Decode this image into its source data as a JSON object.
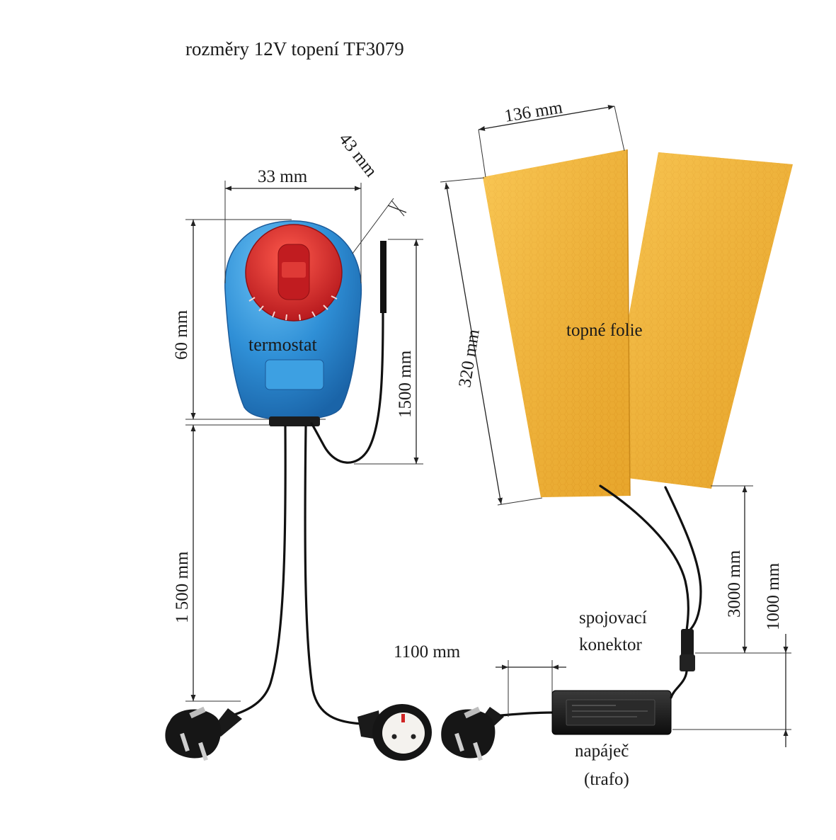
{
  "title": "rozměry 12V topení  TF3079",
  "labels": {
    "thermostat": "termostat",
    "heating_foils": "topné folie",
    "connector_line1": "spojovací",
    "connector_line2": "konektor",
    "adapter_line1": "napáječ",
    "adapter_line2": "(trafo)"
  },
  "dimensions": {
    "thermostat_width": "33 mm",
    "thermostat_depth": "43 mm",
    "thermostat_height": "60 mm",
    "sensor_cable": "1500 mm",
    "mains_cable": "1 500 mm",
    "foil_width": "136 mm",
    "foil_length": "320 mm",
    "foil_cable": "3000 mm",
    "connector_cable": "1000 mm",
    "adapter_cable": "1100 mm"
  },
  "colors": {
    "thermostat_body": "#2f8fd6",
    "thermostat_knob": "#d8262a",
    "foil": "#f2b53a",
    "cable": "#111111"
  }
}
